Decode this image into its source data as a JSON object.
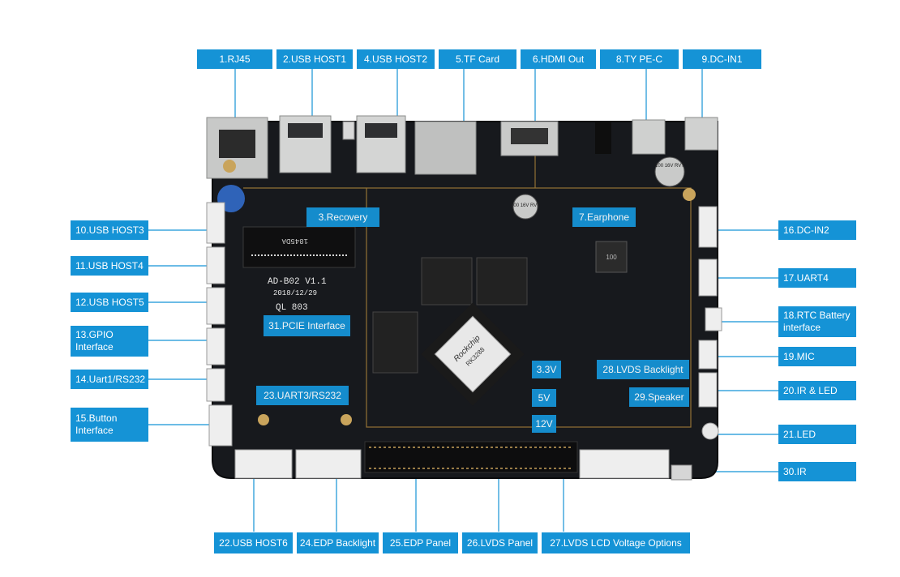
{
  "board": {
    "model": "AD-B02 V1.1",
    "date": "2018/12/29",
    "mark": "QL 803",
    "pcie_code": "1845DA",
    "soc_brand": "Rockchip",
    "soc_part": "RK3288",
    "cap1": "100 16V RVT",
    "cap2": "100 16V RVT",
    "inductor": "100"
  },
  "labels": {
    "l1": "1.RJ45",
    "l2": "2.USB HOST1",
    "l3": "3.Recovery",
    "l4": "4.USB HOST2",
    "l5": "5.TF Card",
    "l6": "6.HDMI Out",
    "l7": "7.Earphone",
    "l8": "8.TY PE-C",
    "l9": "9.DC-IN1",
    "l10": "10.USB HOST3",
    "l11": "11.USB HOST4",
    "l12": "12.USB HOST5",
    "l13": "13.GPIO Interface",
    "l14": "14.Uart1/RS232",
    "l15": "15.Button Interface",
    "l16": "16.DC-IN2",
    "l17": "17.UART4",
    "l18": "18.RTC Battery interface",
    "l19": "19.MIC",
    "l20": "20.IR & LED",
    "l21": "21.LED",
    "l22": "22.USB HOST6",
    "l23": "23.UART3/RS232",
    "l24": "24.EDP Backlight",
    "l25": "25.EDP Panel",
    "l26": "26.LVDS Panel",
    "l27": "27.LVDS LCD Voltage Options",
    "l28": "28.LVDS Backlight",
    "l29": "29.Speaker",
    "l30": "30.IR",
    "l31": "31.PCIE Interface",
    "v33": "3.3V",
    "v5": "5V",
    "v12": "12V"
  }
}
